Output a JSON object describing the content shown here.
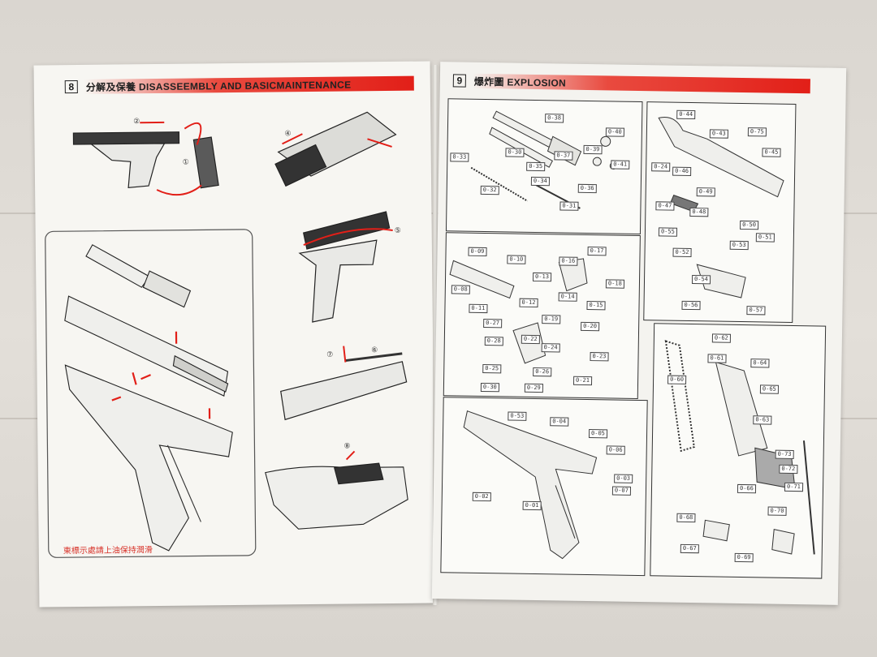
{
  "left_page": {
    "section_number": "8",
    "heading": "分解及保養 DISASSEEMBLY AND BASICMAINTENANCE",
    "note": "東標示處請上油保持潤滑",
    "step_markers": [
      "②",
      "①",
      "④",
      "⑤",
      "⑦",
      "⑥",
      "⑧"
    ]
  },
  "right_page": {
    "section_number": "9",
    "heading": "爆炸圖 EXPLOSION",
    "panels": [
      {
        "labels": [
          "0-33",
          "0-38",
          "0-30",
          "0-37",
          "0-40",
          "0-35",
          "0-41",
          "0-39",
          "0-32",
          "0-31",
          "0-36",
          "0-34"
        ]
      },
      {
        "labels": [
          "0-44",
          "0-43",
          "0-75",
          "0-45",
          "0-46",
          "0-24",
          "0-49",
          "0-47",
          "0-48",
          "0-50",
          "0-51",
          "0-53",
          "0-55",
          "0-52",
          "0-54",
          "0-56",
          "0-57"
        ]
      },
      {
        "labels": [
          "0-09",
          "0-10",
          "0-16",
          "0-17",
          "0-08",
          "0-11",
          "0-13",
          "0-12",
          "0-14",
          "0-15",
          "0-18",
          "0-19",
          "0-27",
          "0-28",
          "0-22",
          "0-20",
          "0-23",
          "0-25",
          "0-26",
          "0-29",
          "0-30",
          "0-24",
          "0-21"
        ]
      },
      {
        "labels": [
          "0-53",
          "0-04",
          "0-05",
          "0-06",
          "0-03",
          "0-07",
          "0-02",
          "0-01"
        ]
      },
      {
        "labels": [
          "0-62",
          "0-61",
          "0-64",
          "0-60",
          "0-65",
          "0-63",
          "0-73",
          "0-72",
          "0-71",
          "0-66",
          "0-70",
          "0-68",
          "0-67",
          "0-69"
        ]
      }
    ]
  },
  "colors": {
    "accent_red": "#e21f18",
    "ink": "#222222",
    "paper": "#f7f6f2"
  }
}
